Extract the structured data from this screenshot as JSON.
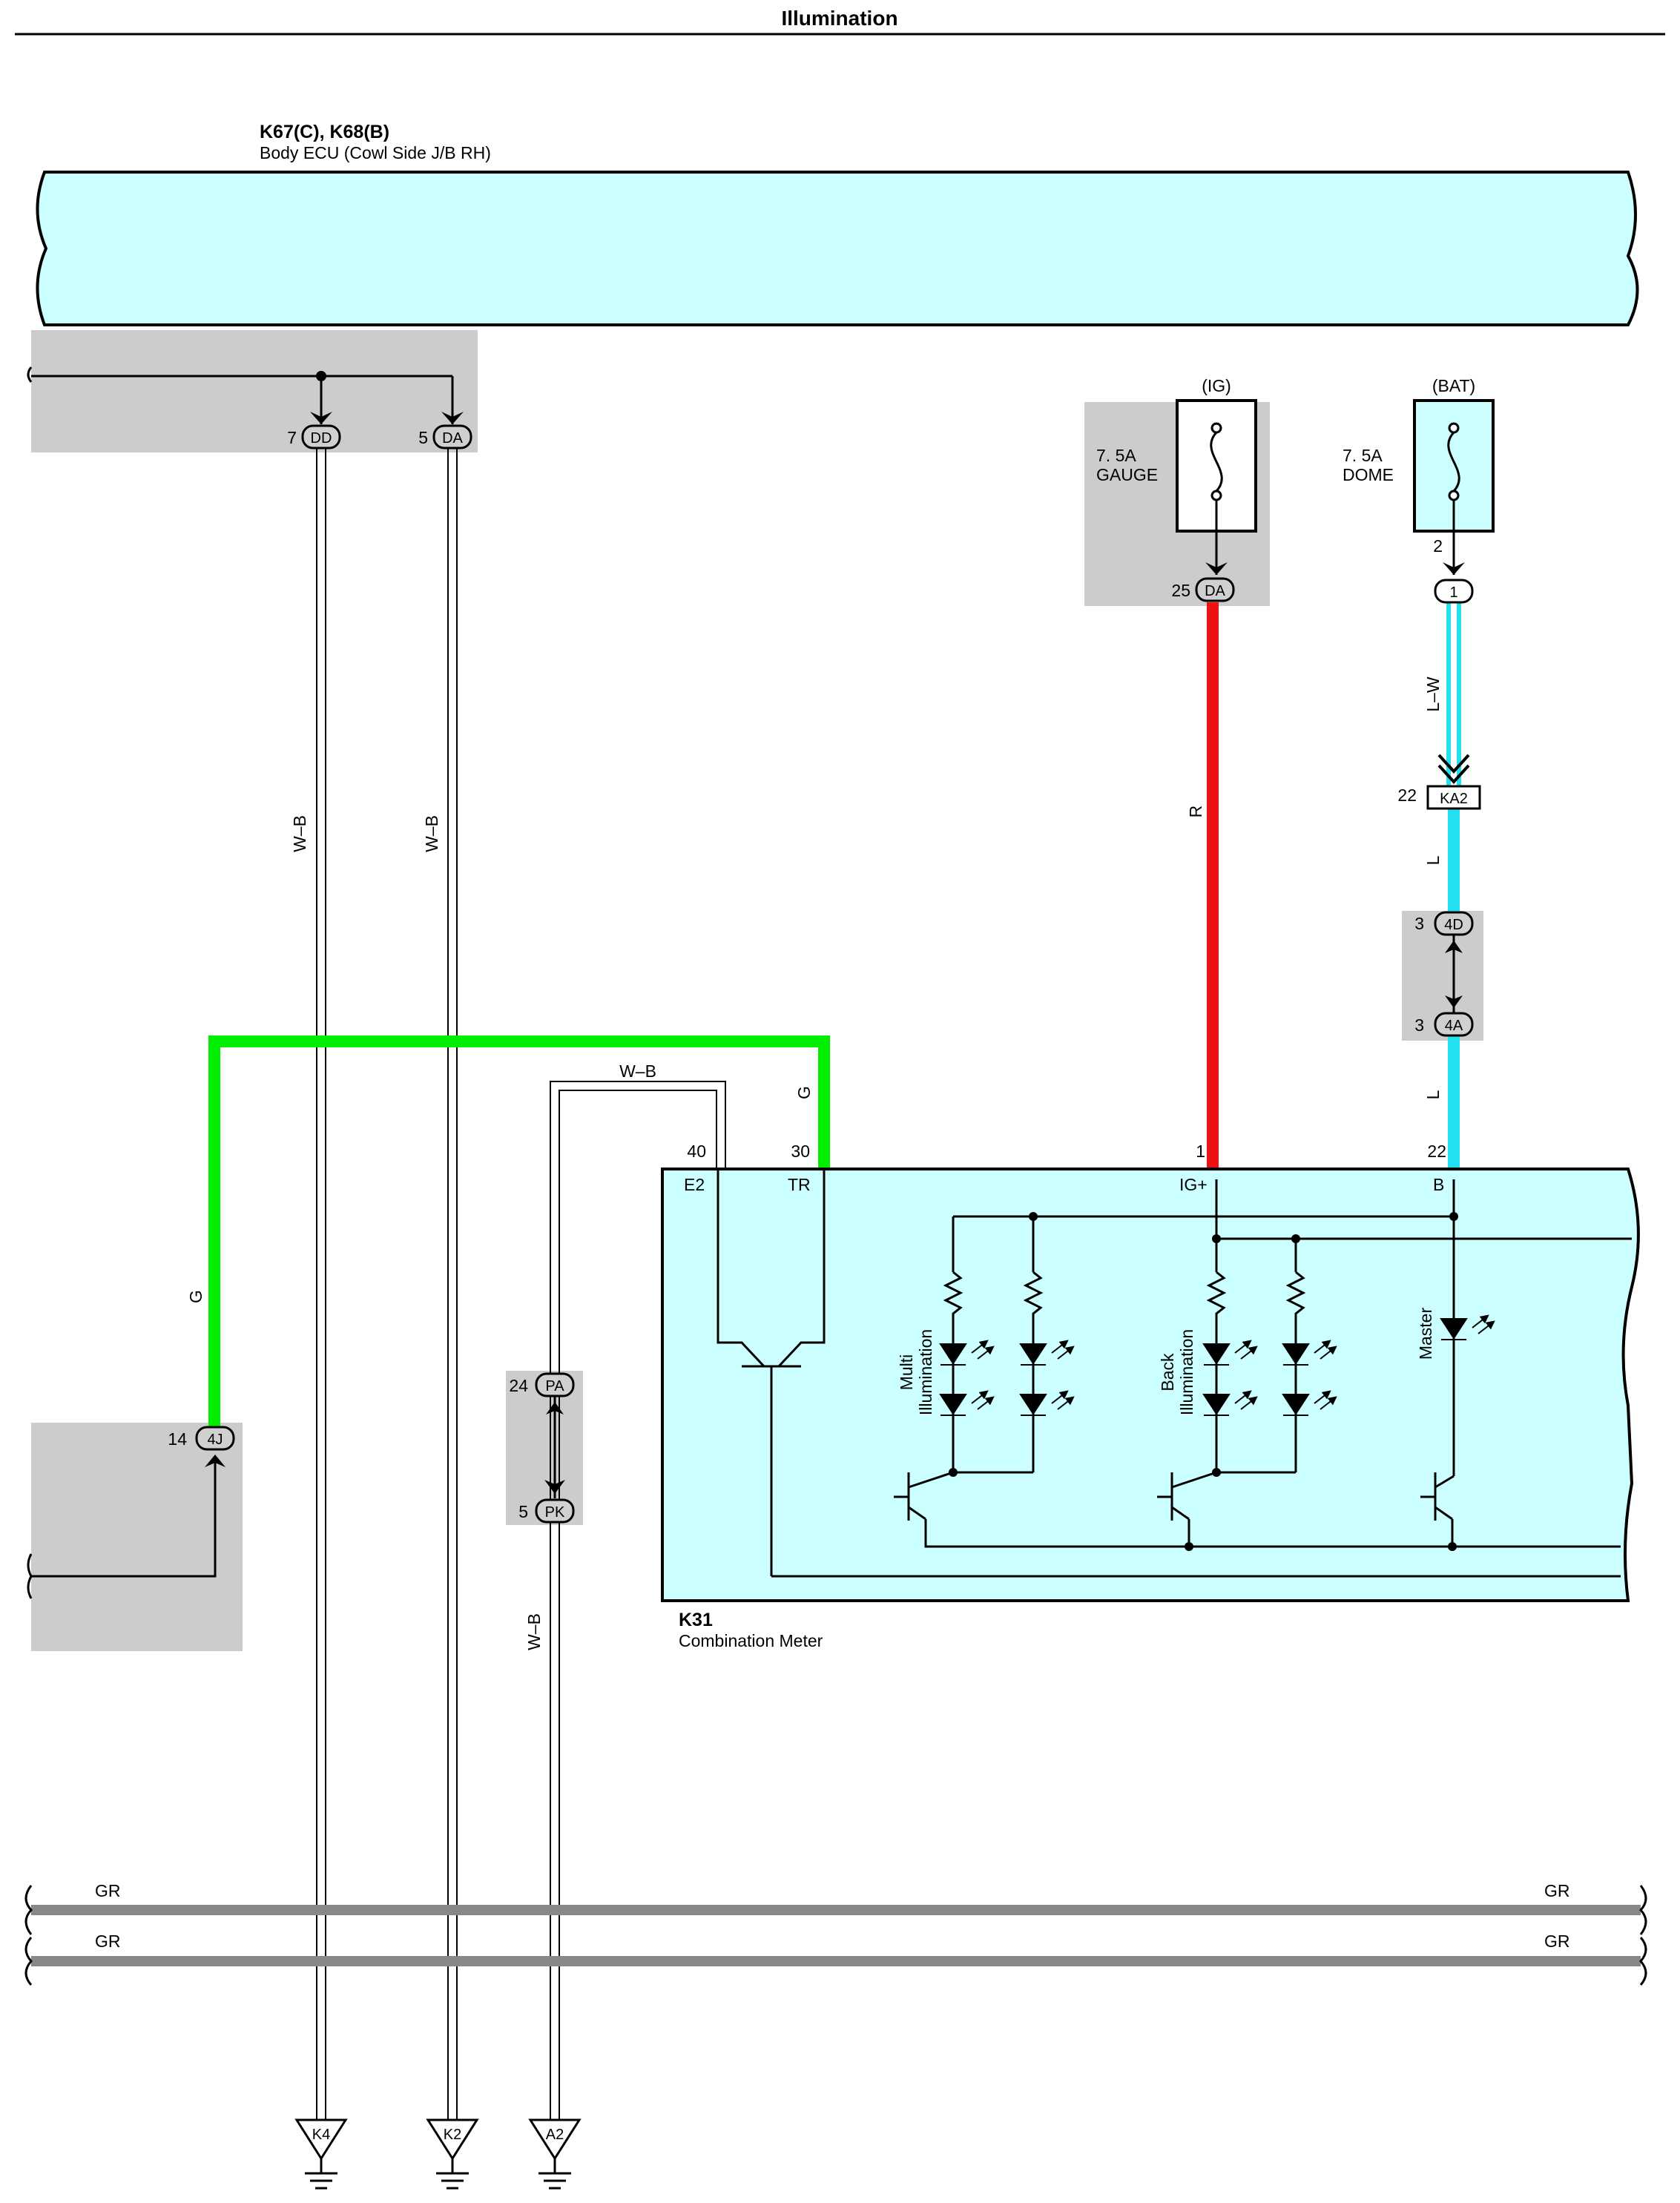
{
  "page": {
    "title": "Illumination"
  },
  "components": {
    "body_ecu": {
      "code": "K67(C), K68(B)",
      "name": "Body ECU (Cowl Side J/B RH)"
    },
    "combination_meter": {
      "code": "K31",
      "name": "Combination Meter"
    }
  },
  "fuses": {
    "gauge": {
      "supply": "(IG)",
      "rating": "7. 5A",
      "name": "GAUGE"
    },
    "dome": {
      "supply": "(BAT)",
      "rating": "7. 5A",
      "name": "DOME"
    }
  },
  "connectors": {
    "dd": {
      "pin": "7",
      "code": "DD"
    },
    "da_top": {
      "pin": "5",
      "code": "DA"
    },
    "da_gauge": {
      "pin": "25",
      "code": "DA"
    },
    "dome_out": {
      "pin": "2",
      "code": "1"
    },
    "ka2": {
      "pin": "22",
      "code": "KA2"
    },
    "c4d": {
      "pin": "3",
      "code": "4D"
    },
    "c4a": {
      "pin": "3",
      "code": "4A"
    },
    "c4j": {
      "pin": "14",
      "code": "4J"
    },
    "pa": {
      "pin": "24",
      "code": "PA"
    },
    "pk": {
      "pin": "5",
      "code": "PK"
    }
  },
  "meter_pins": {
    "e2": {
      "pin": "40",
      "name": "E2"
    },
    "tr": {
      "pin": "30",
      "name": "TR"
    },
    "ig": {
      "pin": "1",
      "name": "IG+"
    },
    "b": {
      "pin": "22",
      "name": "B"
    }
  },
  "internal_labels": {
    "multi": [
      "Multi",
      "Illumination"
    ],
    "back": [
      "Back",
      "Illumination"
    ],
    "master": "Master"
  },
  "wires": {
    "wb": "W–B",
    "g": "G",
    "r": "R",
    "lw": "L–W",
    "l": "L",
    "gr": "GR"
  },
  "grounds": [
    "K4",
    "K2",
    "A2"
  ],
  "colors": {
    "body_ecu_fill": "#ccffff",
    "meter_fill": "#ccffff",
    "shade": "#cccccc",
    "wire_green": "#00ee00",
    "wire_red": "#ee1111",
    "wire_cyan": "#22e0f0",
    "wire_gray": "#888888"
  }
}
